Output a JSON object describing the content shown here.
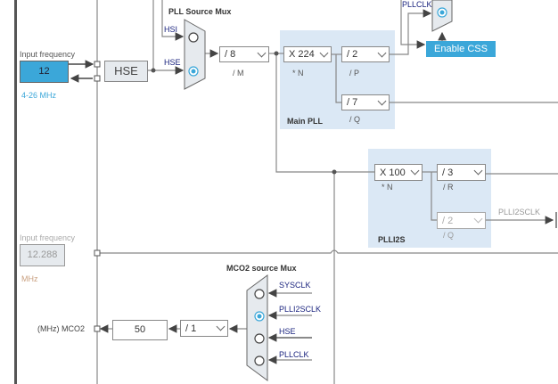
{
  "hse_input": {
    "label": "Input frequency",
    "value": "12",
    "range": "4-26 MHz",
    "block": "HSE"
  },
  "pll_source_mux": {
    "title": "PLL Source Mux",
    "inputs": [
      "HSI",
      "HSE"
    ],
    "selected": "HSE"
  },
  "pll_m": {
    "value": "/ 8",
    "label": "/ M"
  },
  "main_pll": {
    "title": "Main PLL",
    "n": {
      "value": "X 224",
      "label": "* N"
    },
    "p": {
      "value": "/ 2",
      "label": "/ P"
    },
    "q": {
      "value": "/ 7",
      "label": "/ Q"
    }
  },
  "sysclk_mux": {
    "input_label": "PLLCLK",
    "selected": "PLLCLK"
  },
  "enable_css": {
    "label": "Enable CSS"
  },
  "plli2s": {
    "title": "PLLI2S",
    "n": {
      "value": "X 100",
      "label": "* N"
    },
    "r": {
      "value": "/ 3",
      "label": "/ R"
    },
    "q": {
      "value": "/ 2",
      "label": "/ Q"
    },
    "output_label": "PLLI2SCLK"
  },
  "i2s_input": {
    "label": "Input frequency",
    "value": "12.288",
    "unit": "MHz"
  },
  "mco2_mux": {
    "title": "MCO2 source Mux",
    "inputs": [
      "SYSCLK",
      "PLLI2SCLK",
      "HSE",
      "PLLCLK"
    ],
    "selected": "PLLI2SCLK"
  },
  "mco2": {
    "divider": "/ 1",
    "value": "50",
    "label": "(MHz) MCO2"
  },
  "colors": {
    "accent": "#3ba7d9",
    "panel": "#dbe8f5",
    "wire": "#888888"
  }
}
